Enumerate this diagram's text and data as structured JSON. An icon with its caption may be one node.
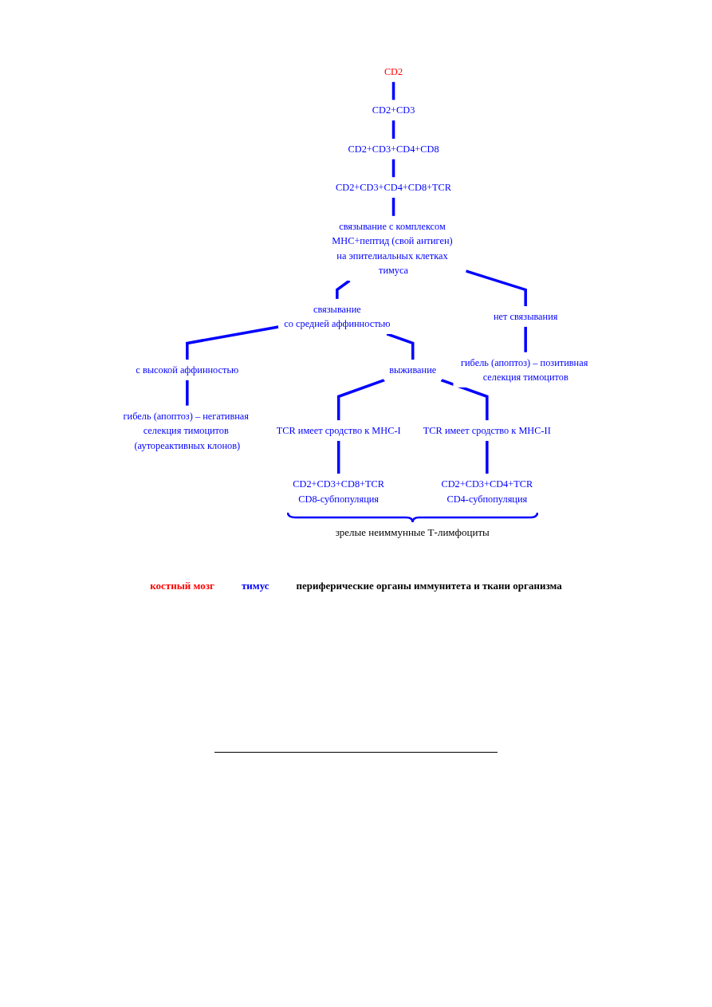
{
  "diagram": {
    "nodes": [
      {
        "text": [
          "CD2"
        ]
      },
      {
        "text": [
          "CD2+CD3"
        ]
      },
      {
        "text": [
          "CD2+CD3+CD4+CD8"
        ]
      },
      {
        "text": [
          "CD2+CD3+CD4+CD8+TCR"
        ]
      },
      {
        "text": [
          "связывание с комплексом МНС+пептид (свой антиген) на эпителиальных клетках тимуса"
        ]
      },
      {
        "text": [
          "связывание",
          "со средней аффинностью"
        ]
      },
      {
        "text": [
          "с высокой аффинностью"
        ]
      },
      {
        "text": [
          "нет связывания"
        ]
      },
      {
        "text": [
          "выживание"
        ]
      },
      {
        "text": [
          "гибель (апоптоз) – негативная селекция тимоцитов (аутореактивных клонов)"
        ]
      },
      {
        "text": [
          "гибель (апоптоз) – позитивная селекция тимоцитов"
        ]
      },
      {
        "text": [
          "TCR имеет сродство к MHC-I"
        ]
      },
      {
        "text": [
          "TCR имеет сродство к MHC-II"
        ]
      },
      {
        "text": [
          "CD2+CD3+CD8+TCR",
          "CD8-субпопуляция"
        ]
      },
      {
        "text": [
          "CD2+CD3+CD4+TCR",
          "CD4-субпопуляция"
        ]
      }
    ],
    "edges": [
      {
        "from": 0,
        "to": 1,
        "arrow": "none"
      },
      {
        "from": 1,
        "to": 2,
        "arrow": "none"
      },
      {
        "from": 2,
        "to": 3,
        "arrow": "none"
      },
      {
        "from": 3,
        "to": 4,
        "arrow": "none"
      },
      {
        "from": 4,
        "to": 5,
        "arrow": "none"
      },
      {
        "from": 4,
        "to": 7,
        "arrow": "none"
      },
      {
        "from": 5,
        "to": 8,
        "arrow": "none"
      },
      {
        "from": 5,
        "to": 6,
        "arrow": "none"
      },
      {
        "from": 8,
        "to": 11,
        "arrow": "none"
      },
      {
        "from": 8,
        "to": 12,
        "arrow": "none"
      },
      {
        "from": 6,
        "to": 9,
        "arrow": "none"
      },
      {
        "from": 7,
        "to": 10,
        "arrow": "none"
      },
      {
        "from": 11,
        "to": 13,
        "arrow": "none"
      },
      {
        "from": 12,
        "to": 14,
        "arrow": "none"
      }
    ],
    "labels": [
      "зрелые неиммунные Т-лимфоциты"
    ],
    "legend": [
      {
        "text": "костный мозг",
        "color": "#ff0000"
      },
      {
        "text": "тимус",
        "color": "#0000ff"
      },
      {
        "text": "периферические органы иммунитета и ткани организма",
        "color": "#000000"
      }
    ]
  }
}
